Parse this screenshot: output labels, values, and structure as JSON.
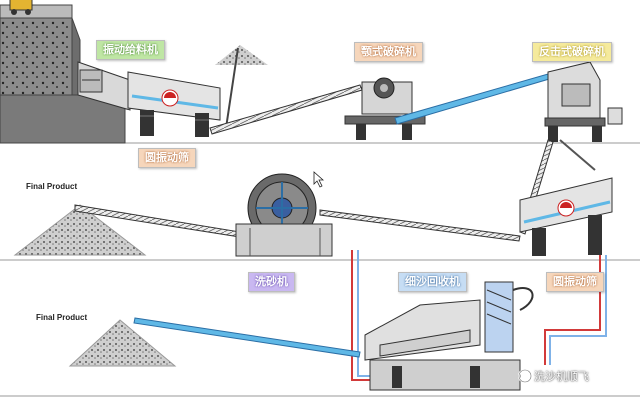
{
  "labels": {
    "vibrating_feeder": "振动给料机",
    "jaw_crusher": "颚式破碎机",
    "impact_crusher": "反击式破碎机",
    "circular_screen_top": "圆振动筛",
    "sand_washer": "洗砂机",
    "fine_sand_recycler": "细沙回收机",
    "circular_screen_right": "圆振动筛"
  },
  "final_product_1": "Final Product",
  "final_product_2": "Final Product",
  "watermark": "洗沙机顺飞",
  "colors": {
    "label_green": "#bfe6a4",
    "label_orange": "#f6d6bb",
    "label_yellow": "#f5ea9c",
    "label_purple": "#c9b8f1",
    "label_blue": "#c6ddf4",
    "conveyor_blue": "#5fb8e6",
    "pipe_red": "#d23a3a",
    "pipe_blue": "#7fb2e8"
  },
  "icons": [
    "loader-truck-icon",
    "cursor-icon",
    "watermark-logo-icon"
  ]
}
